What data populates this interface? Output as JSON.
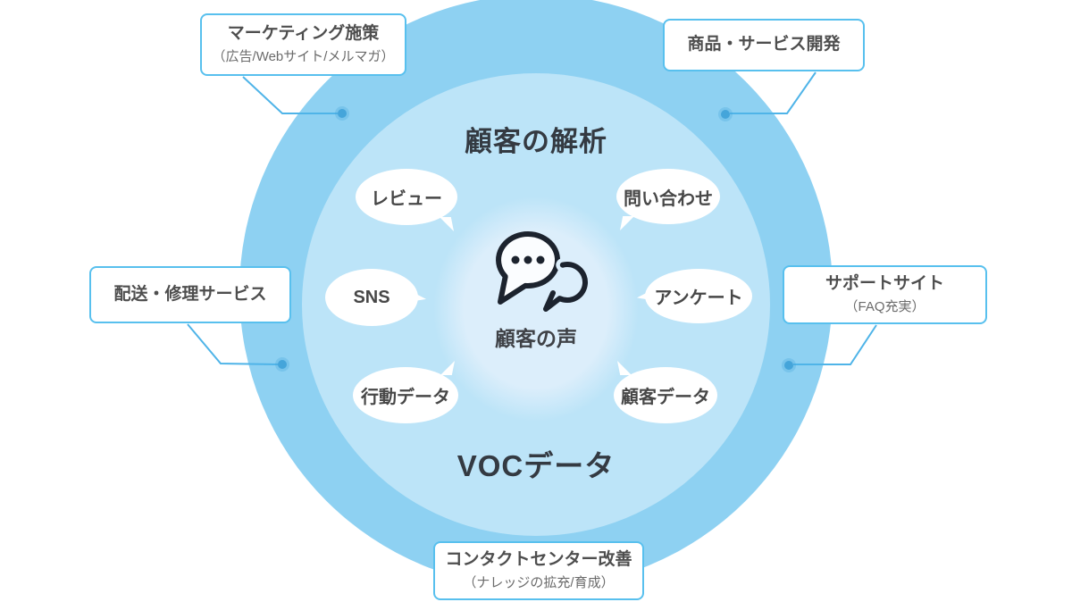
{
  "diagram": {
    "outer_zone_label_top": "顧客の解析",
    "outer_zone_label_bottom": "VOCデータ",
    "center": {
      "icon": "chat-bubbles-icon",
      "label": "顧客の声"
    },
    "bubbles": [
      {
        "label": "レビュー"
      },
      {
        "label": "問い合わせ"
      },
      {
        "label": "SNS"
      },
      {
        "label": "アンケート"
      },
      {
        "label": "行動データ"
      },
      {
        "label": "顧客データ"
      }
    ],
    "callouts": [
      {
        "title": "マーケティング施策",
        "subtitle": "（広告/Webサイト/メルマガ）"
      },
      {
        "title": "商品・サービス開発"
      },
      {
        "title": "配送・修理サービス"
      },
      {
        "title": "サポートサイト",
        "subtitle": "（FAQ充実）"
      },
      {
        "title": "コンタクトセンター改善",
        "subtitle": "（ナレッジの拡充/育成）"
      }
    ],
    "colors": {
      "outer_circle": "#8ed1f2",
      "middle_circle": "#bce4f8",
      "inner_circle": "#dceefb",
      "callout_border": "#58c0ee",
      "connector": "#4fb4e8",
      "heading_text": "#343a42",
      "body_text": "#474747",
      "icon_stroke": "#1c232e"
    }
  }
}
